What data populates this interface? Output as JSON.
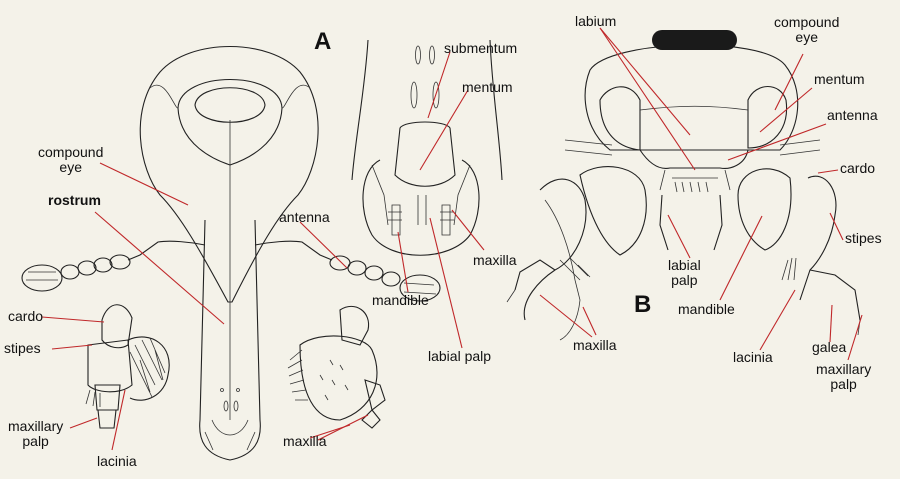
{
  "panel_a": {
    "letter": "A",
    "labels": {
      "compound_eye": "compound\neye",
      "rostrum": "rostrum",
      "cardo": "cardo",
      "stipes": "stipes",
      "maxillary_palp": "maxillary\npalp",
      "lacinia": "lacinia",
      "antenna": "antenna",
      "submentum": "submentum",
      "mentum": "mentum",
      "maxilla_upper": "maxilla",
      "mandible": "mandible",
      "labial_palp": "labial palp",
      "maxilla_lower": "maxilla"
    }
  },
  "panel_b": {
    "letter": "B",
    "labels": {
      "labium": "labium",
      "compound_eye": "compound\neye",
      "mentum": "mentum",
      "antenna": "antenna",
      "cardo": "cardo",
      "stipes": "stipes",
      "labial_palp": "labial\npalp",
      "mandible": "mandible",
      "maxilla": "maxilla",
      "lacinia": "lacinia",
      "galea": "galea",
      "maxillary_palp": "maxillary\npalp"
    }
  },
  "colors": {
    "background": "#f4f2e9",
    "line_art": "#222222",
    "leader_lines": "#c0282a"
  }
}
